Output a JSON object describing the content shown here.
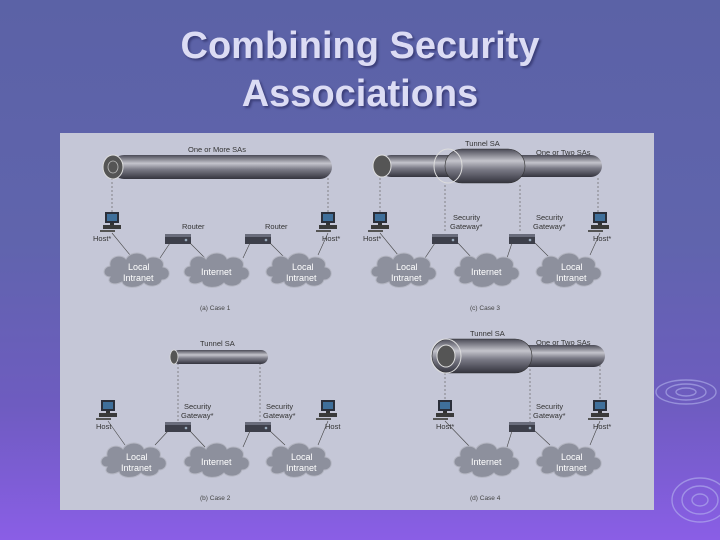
{
  "slide": {
    "title_line1": "Combining Security",
    "title_line2": "Associations"
  },
  "case1": {
    "tube_label": "One or More SAs",
    "router_left": "Router",
    "router_right": "Router",
    "host_left": "Host*",
    "host_right": "Host*",
    "cloud_left": [
      "Local",
      "Intranet"
    ],
    "cloud_mid": "Internet",
    "cloud_right": [
      "Local",
      "Intranet"
    ],
    "caption": "(a) Case 1"
  },
  "case3": {
    "tunnel_label": "Tunnel SA",
    "outer_label": "One or Two SAs",
    "host_left": "Host*",
    "host_right": "Host*",
    "gw_left": [
      "Security",
      "Gateway*"
    ],
    "gw_right": [
      "Security",
      "Gateway*"
    ],
    "cloud_left": [
      "Local",
      "Intranet"
    ],
    "cloud_mid": "Internet",
    "cloud_right": [
      "Local",
      "Intranet"
    ],
    "caption": "(c) Case 3"
  },
  "case2": {
    "tunnel_label": "Tunnel SA",
    "host_left": "Host",
    "host_right": "Host",
    "gw_left": [
      "Security",
      "Gateway*"
    ],
    "gw_right": [
      "Security",
      "Gateway*"
    ],
    "cloud_left": [
      "Local",
      "Intranet"
    ],
    "cloud_mid": "Internet",
    "cloud_right": [
      "Local",
      "Intranet"
    ],
    "caption": "(b) Case 2"
  },
  "case4": {
    "tunnel_label": "Tunnel SA",
    "outer_label": "One or Two SAs",
    "host_left": "Host*",
    "host_right": "Host*",
    "gw_right": [
      "Security",
      "Gateway*"
    ],
    "cloud_mid": "Internet",
    "cloud_right": [
      "Local",
      "Intranet"
    ],
    "caption": "(d) Case 4"
  }
}
